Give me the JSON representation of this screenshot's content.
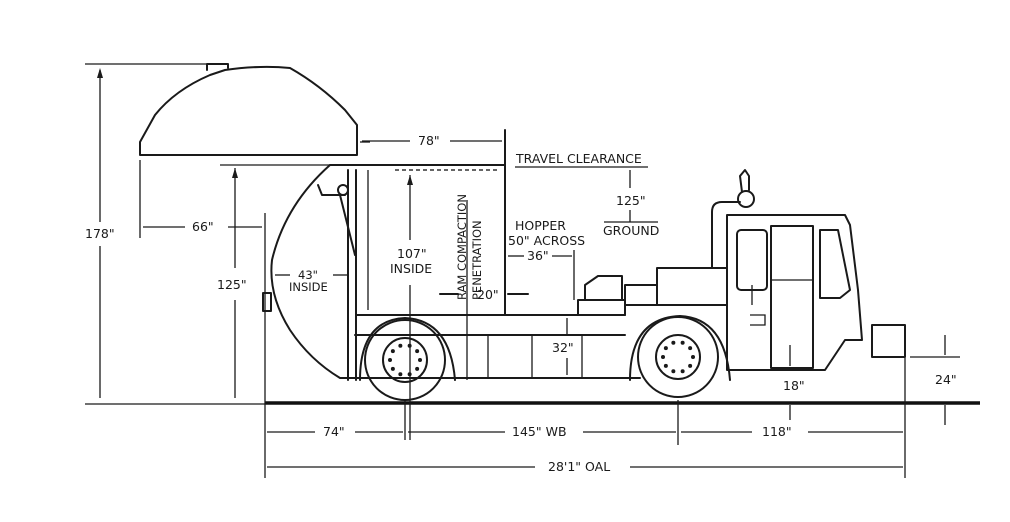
{
  "diagram": {
    "title": "Rear loader refuse truck side elevation",
    "colors": {
      "ink": "#1a1a1a",
      "background": "#ffffff"
    },
    "dimensions": {
      "overall_height_raised": "178\"",
      "tailgate_swing_clearance": "66\"",
      "body_height": "125\"",
      "hopper_depth_inside": "43\"",
      "hopper_inside_label": "INSIDE",
      "body_inside_height": "107\"",
      "body_inside_label": "INSIDE",
      "top_length": "78\"",
      "ram_line1": "RAM COMPACTION",
      "ram_line2": "PENETRATION",
      "ram_penetration": "20\"",
      "hopper_label": "HOPPER",
      "hopper_across": "50\" ACROSS",
      "hopper_offset": "36\"",
      "travel_clearance_label": "TRAVEL CLEARANCE",
      "travel_clearance_value": "125\"",
      "ground_label": "GROUND",
      "frame_height": "32\"",
      "step_height": "18\"",
      "bumper_height": "24\"",
      "rear_overhang": "74\"",
      "wheelbase": "145\" WB",
      "front_overhang": "118\"",
      "overall_length": "28'1\" OAL"
    }
  }
}
